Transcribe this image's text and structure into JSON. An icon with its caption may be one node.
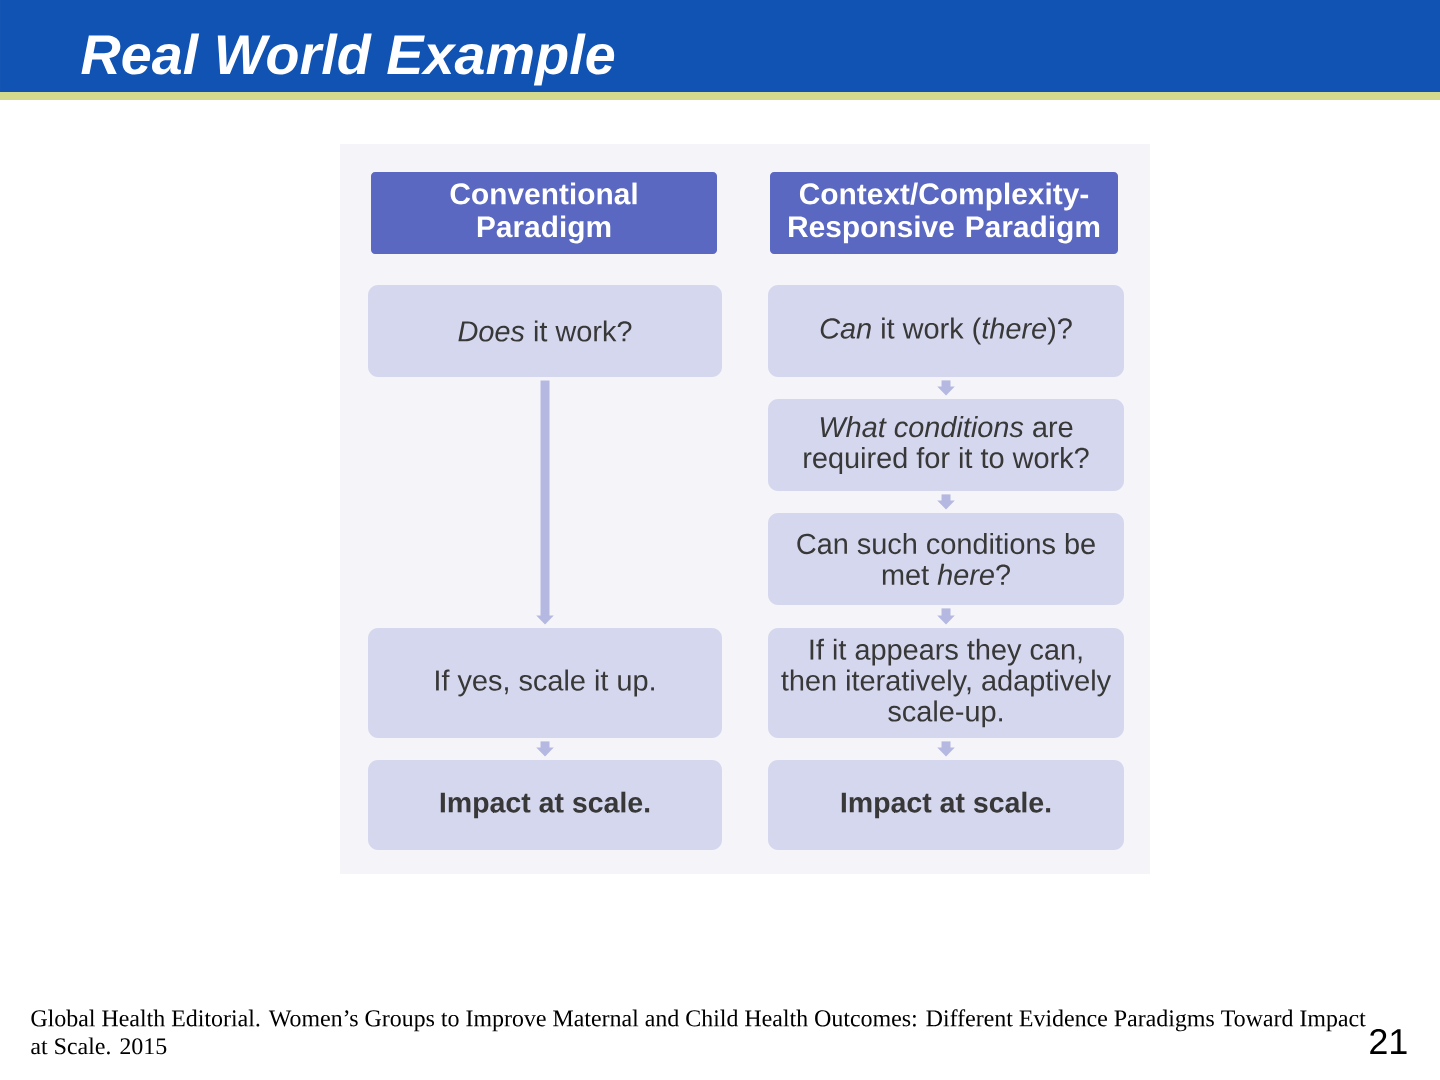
{
  "diagram": {
    "title": "Real World Example",
    "nodes": [
      {
        "text": [
          "Conventional Paradigm"
        ]
      },
      {
        "text": [
          "Context/Complexity-Responsive Paradigm"
        ]
      },
      {
        "text": [
          "*Does* it work?"
        ]
      },
      {
        "text": [
          "*Can* it work (*there*)?"
        ]
      },
      {
        "text": [
          "*What conditions* are required for it to work?"
        ]
      },
      {
        "text": [
          "Can such conditions be met *here*?"
        ]
      },
      {
        "text": [
          "If yes, scale it up."
        ]
      },
      {
        "text": [
          "If it appears they can, then iteratively, adaptively scale-up."
        ]
      },
      {
        "text": [
          "Impact at scale."
        ]
      },
      {
        "text": [
          "Impact at scale."
        ]
      }
    ],
    "edges": [
      {
        "from": 2,
        "to": 6,
        "arrow": "to"
      },
      {
        "from": 3,
        "to": 4,
        "arrow": "to"
      },
      {
        "from": 4,
        "to": 5,
        "arrow": "to"
      },
      {
        "from": 5,
        "to": 7,
        "arrow": "to"
      },
      {
        "from": 6,
        "to": 8,
        "arrow": "to"
      },
      {
        "from": 7,
        "to": 9,
        "arrow": "to"
      }
    ],
    "labels": [
      "Global Health Editorial. Women’s Groups to Improve Maternal and Child Health Outcomes: Different Evidence Paradigms Toward Impact at Scale. 2015",
      "21"
    ]
  }
}
